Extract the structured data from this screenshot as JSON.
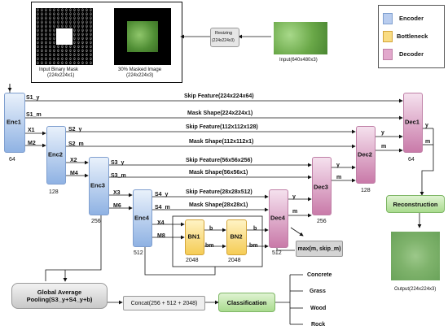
{
  "legend": {
    "encoder": "Encoder",
    "bottleneck": "Bottleneck",
    "decoder": "Decoder"
  },
  "colors": {
    "encoder": "#8fb2e3",
    "bottleneck": "#f5cc55",
    "decoder": "#c97aa9",
    "green": "#b7e2a0",
    "gray": "#d9d9d9"
  },
  "top": {
    "mask_label": "Input Binary Mask",
    "mask_size": "(224x224x1)",
    "masked_label": "30% Masked Image",
    "masked_size": "(224x224x3)",
    "resizing": "Resizing",
    "resizing_size": "(224x224x3)",
    "input_label": "Input(640x480x3)"
  },
  "encoders": [
    {
      "name": "Enc1",
      "channels": "64"
    },
    {
      "name": "Enc2",
      "channels": "128"
    },
    {
      "name": "Enc3",
      "channels": "256"
    },
    {
      "name": "Enc4",
      "channels": "512"
    }
  ],
  "decoders": [
    {
      "name": "Dec1",
      "channels": "64"
    },
    {
      "name": "Dec2",
      "channels": "128"
    },
    {
      "name": "Dec3",
      "channels": "256"
    },
    {
      "name": "Dec4",
      "channels": "512"
    }
  ],
  "bottleneck": [
    {
      "name": "BN1",
      "channels": "2048"
    },
    {
      "name": "BN2",
      "channels": "2048"
    }
  ],
  "skips": [
    {
      "skip": "Skip Feature(224x224x64)",
      "mask": "Mask Shape(224x224x1)",
      "sy": "S1_y",
      "sm": "S1_m"
    },
    {
      "skip": "Skip Feature(112x112x128)",
      "mask": "Mask Shape(112x112x1)",
      "sy": "S2_y",
      "sm": "S2_m"
    },
    {
      "skip": "Skip Feature(56x56x256)",
      "mask": "Mask Shape(56x56x1)",
      "sy": "S3_y",
      "sm": "S3_m"
    },
    {
      "skip": "Skip Feature(28x28x512)",
      "mask": "Mask Shape(28x28x1)",
      "sy": "S4_y",
      "sm": "S4_m"
    }
  ],
  "edges": {
    "x1": "X1",
    "m2": "M2",
    "x2": "X2",
    "m4": "M4",
    "x3": "X3",
    "m6": "M6",
    "x4": "X4",
    "m8": "M8",
    "b": "b",
    "bm": "bm",
    "y": "y",
    "m": "m"
  },
  "outputs": {
    "reconstruction": "Reconstruction",
    "output_label": "Output(224x224x3)",
    "max_box": "max(m, skip_m)",
    "gap": "Global Average Pooling(S3_y+S4_y+b)",
    "concat": "Concat(256 + 512 + 2048)",
    "classification": "Classification",
    "classes": [
      "Concrete",
      "Grass",
      "Wood",
      "Rock"
    ]
  }
}
